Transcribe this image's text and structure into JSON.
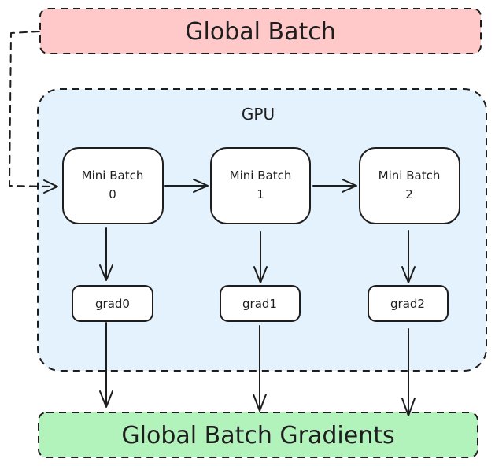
{
  "diagram": {
    "global_batch": {
      "label": "Global Batch",
      "fill": "#ffc9c9"
    },
    "gpu": {
      "label": "GPU",
      "fill": "#e3f2fd"
    },
    "mini_batches": [
      {
        "line1": "Mini Batch",
        "line2": "0"
      },
      {
        "line1": "Mini Batch",
        "line2": "1"
      },
      {
        "line1": "Mini Batch",
        "line2": "2"
      }
    ],
    "grads": [
      {
        "label": "grad0"
      },
      {
        "label": "grad1"
      },
      {
        "label": "grad2"
      }
    ],
    "global_gradients": {
      "label": "Global Batch Gradients",
      "fill": "#b2f2bb"
    },
    "edges": [
      {
        "from": "Global Batch",
        "to": "Mini Batch 0",
        "style": "dashed"
      },
      {
        "from": "Mini Batch 0",
        "to": "Mini Batch 1",
        "style": "solid"
      },
      {
        "from": "Mini Batch 1",
        "to": "Mini Batch 2",
        "style": "solid"
      },
      {
        "from": "Mini Batch 0",
        "to": "grad0",
        "style": "solid"
      },
      {
        "from": "Mini Batch 1",
        "to": "grad1",
        "style": "solid"
      },
      {
        "from": "Mini Batch 2",
        "to": "grad2",
        "style": "solid"
      },
      {
        "from": "grad0",
        "to": "Global Batch Gradients",
        "style": "solid"
      },
      {
        "from": "grad1",
        "to": "Global Batch Gradients",
        "style": "solid"
      },
      {
        "from": "grad2",
        "to": "Global Batch Gradients",
        "style": "solid"
      }
    ]
  }
}
